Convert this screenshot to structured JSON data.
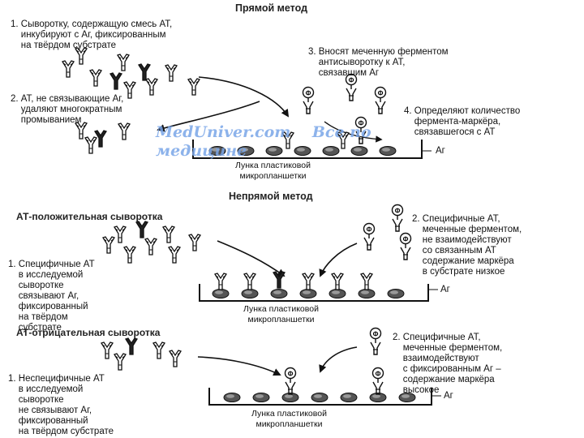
{
  "direct": {
    "title": "Прямой метод",
    "step1": "1. Сыворотку, содержащую смесь АТ,\n    инкубируют с Аг, фиксированным\n    на твёрдом субстрате",
    "step2": "2. АТ, не связывающие Аг,\n    удаляют многократным\n    промыванием",
    "step3": "3. Вносят меченную ферментом\n    антисыворотку к АТ,\n    связавшим Аг",
    "step4": "4. Определяют количество\n    фермента-маркёра,\n    связавшегося с АТ",
    "ag_label": "Аг",
    "well_label": "Лунка пластиковой\nмикропланшетки"
  },
  "watermark": {
    "line1": "MedUniver.com    Все по",
    "line2": "медицине"
  },
  "indirect": {
    "title": "Непрямой метод",
    "positive": {
      "title": "АТ-положительная сыворотка",
      "step1": "1. Специфичные АТ\n    в исследуемой\n    сыворотке\n    связывают Аг,\n    фиксированный\n    на твёрдом\n    субстрате",
      "step2": "2. Специфичные АТ,\n    меченные ферментом,\n    не взаимодействуют\n    со связанным АТ\n    содержание маркёра\n    в субстрате низкое",
      "ag_label": "Аг",
      "well_label": "Лунка пластиковой\nмикропланшетки"
    },
    "negative": {
      "title": "АТ-отрицательная сыворотка",
      "step1": "1. Неспецифичные АТ\n    в исследуемой\n    сыворотке\n    не связывают Аг,\n    фиксированный\n    на твёрдом субстрате",
      "step2": "2. Специфичные АТ,\n    меченные ферментом,\n    взаимодействуют\n    с фиксированным Аг –\n    содержание маркёра\n    высокое",
      "ag_label": "Аг",
      "well_label": "Лунка пластиковой\nмикропланшетки"
    }
  },
  "icons": [
    "antibody-icon",
    "labeled-antibody-icon",
    "antigen-bead-icon",
    "arrow-icon"
  ]
}
